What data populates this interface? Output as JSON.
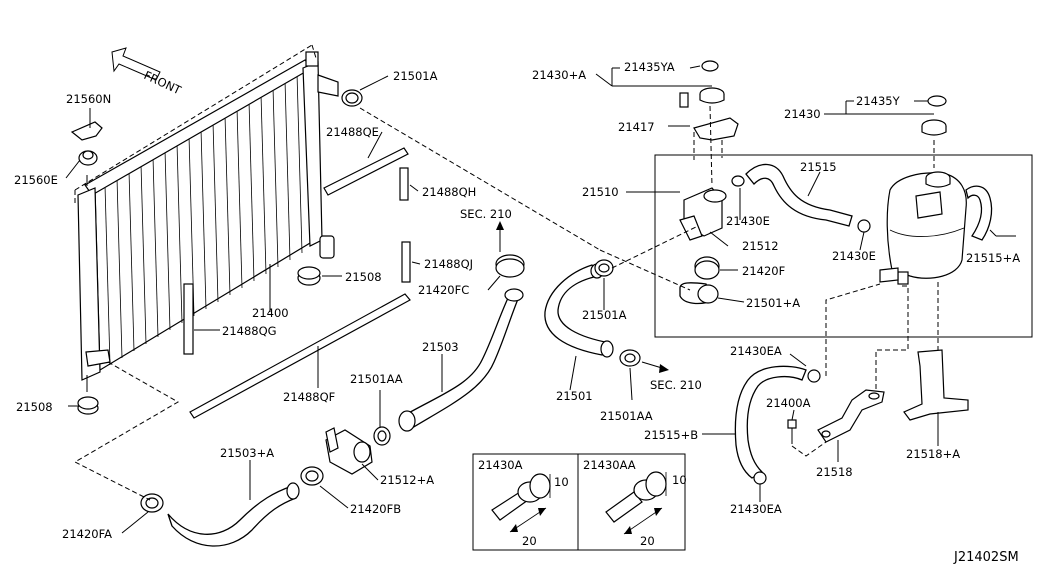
{
  "diagram_id": "J21402SM",
  "front_label": "FRONT",
  "callouts": {
    "c21560N": "21560N",
    "c21560E": "21560E",
    "c21501A_top": "21501A",
    "c21488QE": "21488QE",
    "c21488QH": "21488QH",
    "c21508_mid": "21508",
    "c21488QJ": "21488QJ",
    "c21400": "21400",
    "c21488QG": "21488QG",
    "c21508_low": "21508",
    "c21488QF": "21488QF",
    "c21501AA_left": "21501AA",
    "c21503": "21503",
    "c21420FC": "21420FC",
    "sec210_upper": "SEC. 210",
    "c21503A": "21503+A",
    "c21512A": "21512+A",
    "c21420FB": "21420FB",
    "c21420FA": "21420FA",
    "c21501A_mid": "21501A",
    "c21501": "21501",
    "sec210_lower": "SEC. 210",
    "c21501AA_right": "21501AA",
    "c21430A_top": "21430+A",
    "c21435YA": "21435YA",
    "c21417": "21417",
    "c21510": "21510",
    "c21430E_a": "21430E",
    "c21512": "21512",
    "c21420F": "21420F",
    "c21501A_plus": "21501+A",
    "c21515": "21515",
    "c21430E_b": "21430E",
    "c21515A": "21515+A",
    "c21430": "21430",
    "c21435Y": "21435Y",
    "c21430EA_top": "21430EA",
    "c21400A": "21400A",
    "c21515B": "21515+B",
    "c21518": "21518",
    "c21518A": "21518+A",
    "c21430EA_bot": "21430EA"
  },
  "detail_boxes": [
    {
      "title": "21430A",
      "dim_small": "10",
      "dim_long": "20"
    },
    {
      "title": "21430AA",
      "dim_small": "10",
      "dim_long": "20"
    }
  ]
}
